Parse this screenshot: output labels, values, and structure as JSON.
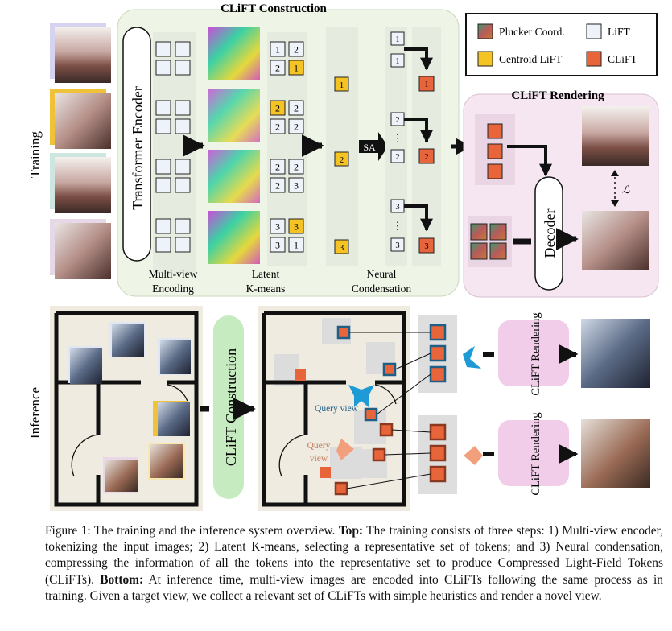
{
  "figure": {
    "training_label": "Training",
    "inference_label": "Inference",
    "construction": {
      "title": "CLiFT Construction",
      "encoder_label": "Transformer Encoder",
      "multiview_line1": "Multi-view",
      "multiview_line2": "Encoding",
      "kmeans_line1": "Latent",
      "kmeans_line2": "K-means",
      "condensation_line1": "Neural",
      "condensation_line2": "Condensation",
      "sa_label": "SA",
      "cluster_rows": [
        [
          "1",
          "2",
          "2",
          "1"
        ],
        [
          "2",
          "2",
          "2",
          "2"
        ],
        [
          "2",
          "2",
          "2",
          "3"
        ],
        [
          "3",
          "3",
          "3",
          "1"
        ]
      ],
      "centroid_labels": [
        "1",
        "2",
        "3"
      ],
      "group_1": [
        "1",
        "1"
      ],
      "group_2": [
        "2",
        "2"
      ],
      "group_3": [
        "3",
        "3"
      ],
      "dots": "⋮"
    },
    "rendering": {
      "title": "CLiFT Rendering",
      "decoder_label": "Decoder",
      "loss_label": "ℒ"
    },
    "legend": {
      "plucker": "Plucker Coord.",
      "lift": "LiFT",
      "centroid": "Centroid LiFT",
      "clift": "CLiFT"
    },
    "inference": {
      "construction_label": "CLiFT Construction",
      "rendering_label_1": "CLiFT Rendering",
      "rendering_label_2": "CLiFT Rendering",
      "query_view_1": "Query view",
      "query_view_2_line1": "Query",
      "query_view_2_line2": "view"
    },
    "colors": {
      "lift": "#eef3fa",
      "centroid": "#f5c324",
      "clift": "#e8643a",
      "query_blue": "#1e9ad6",
      "query_orange": "#f2a07c",
      "construction_bg": "#eef5e7",
      "rendering_bg": "#f5e6f2",
      "floorplan_bg": "#efebe0"
    }
  },
  "caption": {
    "p1": "Figure 1: The training and the inference system overview. ",
    "b1": "Top:",
    "p2": " The training consists of three steps: 1) Multi-view encoder, tokenizing the input images; 2) Latent K-means, selecting a representative set of tokens; and 3) Neural condensation, compressing the information of all the tokens into the representative set to produce Compressed Light-Field Tokens (CLiFTs). ",
    "b2": "Bottom:",
    "p3": " At inference time, multi-view images are encoded into CLiFTs following the same process as in training. Given a target view, we collect a relevant set of CLiFTs with simple heuristics and render a novel view."
  }
}
